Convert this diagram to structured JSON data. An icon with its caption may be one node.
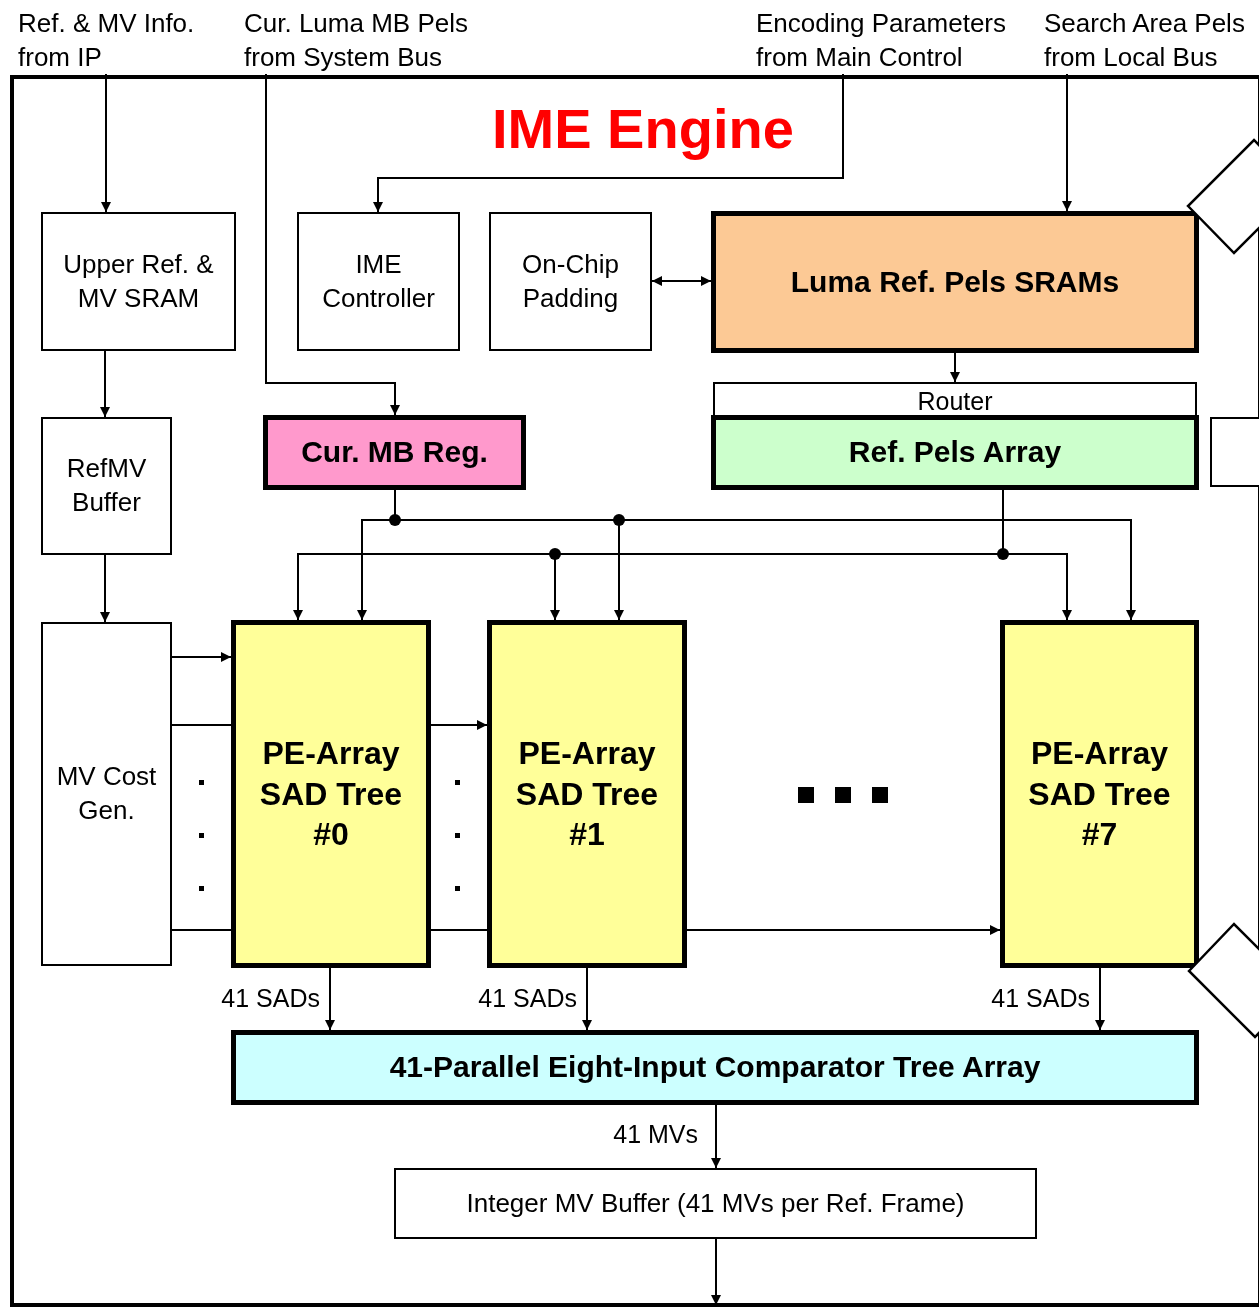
{
  "diagram": {
    "nodes": [
      {
        "text": [
          "IME Engine"
        ]
      },
      {
        "text": [
          "Ref. & MV Info. from IP"
        ]
      },
      {
        "text": [
          "Cur. Luma MB Pels from System Bus"
        ]
      },
      {
        "text": [
          "Encoding Parameters from Main Control"
        ]
      },
      {
        "text": [
          "Search Area Pels from Local Bus"
        ]
      },
      {
        "text": [
          "Upper Ref. & MV SRAM"
        ],
        "in": 0
      },
      {
        "text": [
          "IME Controller"
        ],
        "in": 0
      },
      {
        "text": [
          "On-Chip Padding"
        ],
        "in": 0
      },
      {
        "text": [
          "Luma Ref. Pels SRAMs"
        ],
        "in": 0
      },
      {
        "text": [
          "Router"
        ],
        "in": 0
      },
      {
        "text": [
          "Cur. MB Reg."
        ],
        "in": 0
      },
      {
        "text": [
          "Ref. Pels Array"
        ],
        "in": 0
      },
      {
        "text": [
          "RefMV Buffer"
        ],
        "in": 0
      },
      {
        "text": [
          "MV Cost Gen."
        ],
        "in": 0
      },
      {
        "text": [
          "PE-Array SAD Tree #0"
        ],
        "in": 0
      },
      {
        "text": [
          "PE-Array SAD Tree #1"
        ],
        "in": 0
      },
      {
        "text": [
          "PE-Array SAD Tree #7"
        ],
        "in": 0
      },
      {
        "text": [
          "41-Parallel Eight-Input Comparator Tree Array"
        ],
        "in": 0
      },
      {
        "text": [
          "Integer MV Buffer (41 MVs per Ref. Frame)"
        ],
        "in": 0
      },
      {
        "text": [],
        "shape": "diamond"
      },
      {
        "text": [],
        "shape": "box",
        "in": 0
      },
      {
        "text": [],
        "shape": "diamond"
      }
    ],
    "edges": [
      {
        "from": 1,
        "to": 5,
        "arrow": "to"
      },
      {
        "from": 2,
        "to": 10,
        "arrow": "to"
      },
      {
        "from": 3,
        "to": 6,
        "arrow": "to"
      },
      {
        "from": 4,
        "to": 8,
        "arrow": "to"
      },
      {
        "from": 5,
        "to": 12,
        "arrow": "to"
      },
      {
        "from": 12,
        "to": 13,
        "arrow": "to"
      },
      {
        "from": 7,
        "to": 8,
        "arrow": "both"
      },
      {
        "from": 8,
        "to": 9,
        "arrow": "to"
      },
      {
        "from": 10,
        "to": 14,
        "arrow": "to"
      },
      {
        "from": 10,
        "to": 15,
        "arrow": "to"
      },
      {
        "from": 10,
        "to": 16,
        "arrow": "to"
      },
      {
        "from": 11,
        "to": 14,
        "arrow": "to"
      },
      {
        "from": 11,
        "to": 15,
        "arrow": "to"
      },
      {
        "from": 11,
        "to": 16,
        "arrow": "to"
      },
      {
        "from": 13,
        "to": 14,
        "arrow": "to"
      },
      {
        "from": 13,
        "to": 14,
        "arrow": "none"
      },
      {
        "from": 14,
        "to": 15,
        "arrow": "to"
      },
      {
        "from": 13,
        "to": 14,
        "arrow": "none"
      },
      {
        "from": 14,
        "to": 15,
        "arrow": "none"
      },
      {
        "from": 15,
        "to": 16,
        "arrow": "to"
      },
      {
        "from": 14,
        "to": 17,
        "arrow": "to",
        "label": "41 SADs"
      },
      {
        "from": 15,
        "to": 17,
        "arrow": "to",
        "label": "41 SADs"
      },
      {
        "from": 16,
        "to": 17,
        "arrow": "to",
        "label": "41 SADs"
      },
      {
        "from": 17,
        "to": 18,
        "arrow": "to",
        "label": "41 MVs"
      },
      {
        "from": 18,
        "to": null,
        "arrow": "to"
      }
    ]
  }
}
